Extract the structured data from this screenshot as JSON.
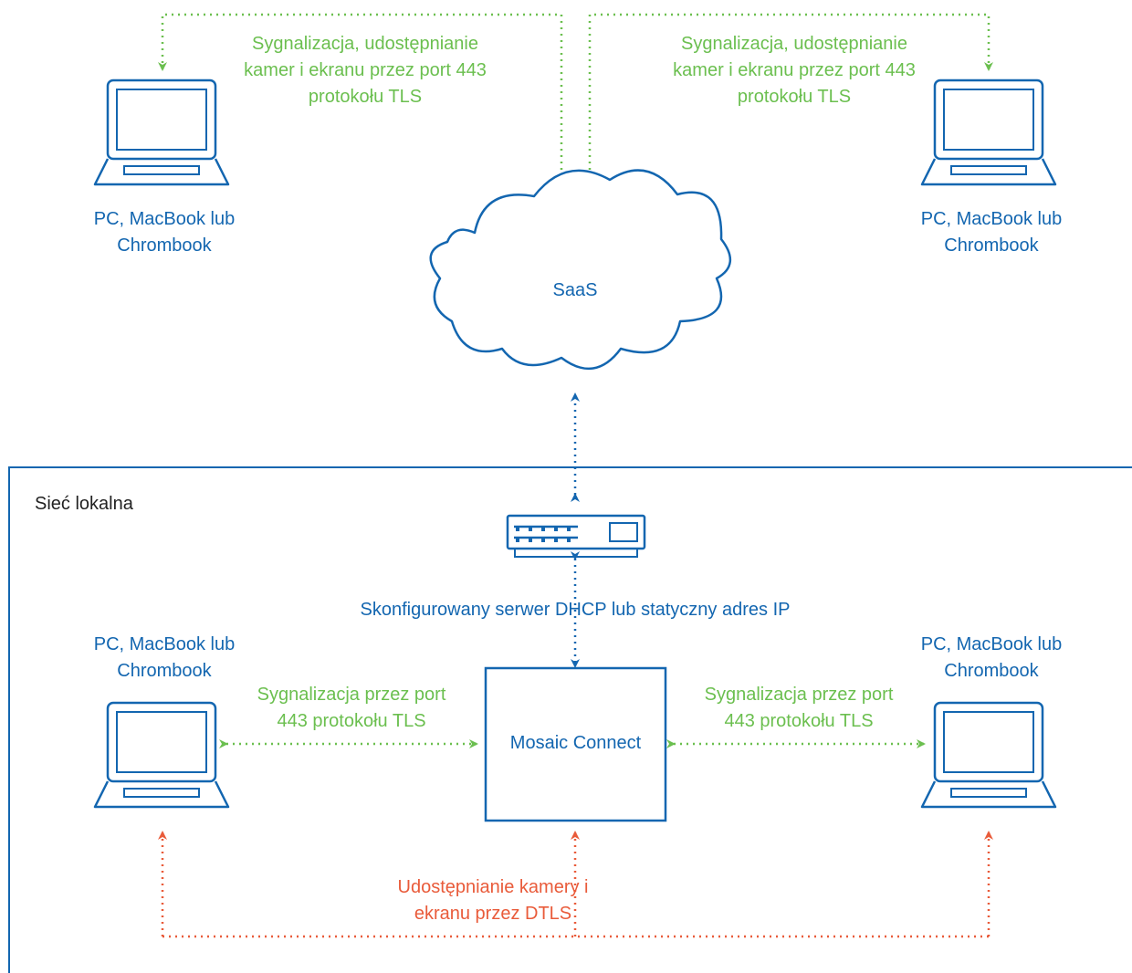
{
  "colors": {
    "blue": "#1366b0",
    "green": "#6bbf4f",
    "red": "#e95b3a"
  },
  "labels": {
    "tls_top_left": "Sygnalizacja, udostępnianie\nkamer i ekranu przez port 443\nprotokołu TLS",
    "tls_top_right": "Sygnalizacja, udostępnianie\nkamer i ekranu przez port 443\nprotokołu TLS",
    "device_top_left": "PC, MacBook lub\nChrombook",
    "device_top_right": "PC, MacBook lub\nChrombook",
    "cloud": "SaaS",
    "local_network": "Sieć lokalna",
    "dhcp": "Skonfigurowany serwer DHCP lub statyczny adres IP",
    "device_bottom_left": "PC, MacBook lub\nChrombook",
    "device_bottom_right": "PC, MacBook lub\nChrombook",
    "signal_left": "Sygnalizacja przez port\n443 protokołu TLS",
    "signal_right": "Sygnalizacja przez port\n443 protokołu TLS",
    "mosaic": "Mosaic Connect",
    "dtls": "Udostępnianie kamery i\nekranu przez DTLS"
  },
  "icons": [
    "laptop-icon",
    "laptop-icon",
    "laptop-icon",
    "laptop-icon",
    "cloud-shape",
    "network-switch-icon"
  ]
}
